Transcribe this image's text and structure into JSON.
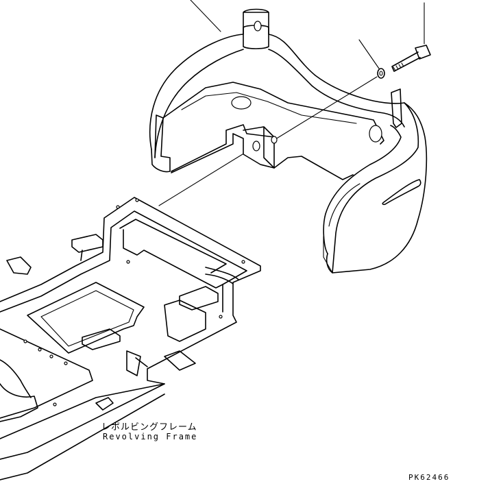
{
  "label": {
    "japanese": "レボルビングフレーム",
    "english": "Revolving Frame"
  },
  "drawing_code": "PK62466",
  "parts": {
    "counterweight": "counterweight-part",
    "bolt": "bolt-part",
    "washer": "washer-part",
    "frame": "revolving-frame-part"
  }
}
